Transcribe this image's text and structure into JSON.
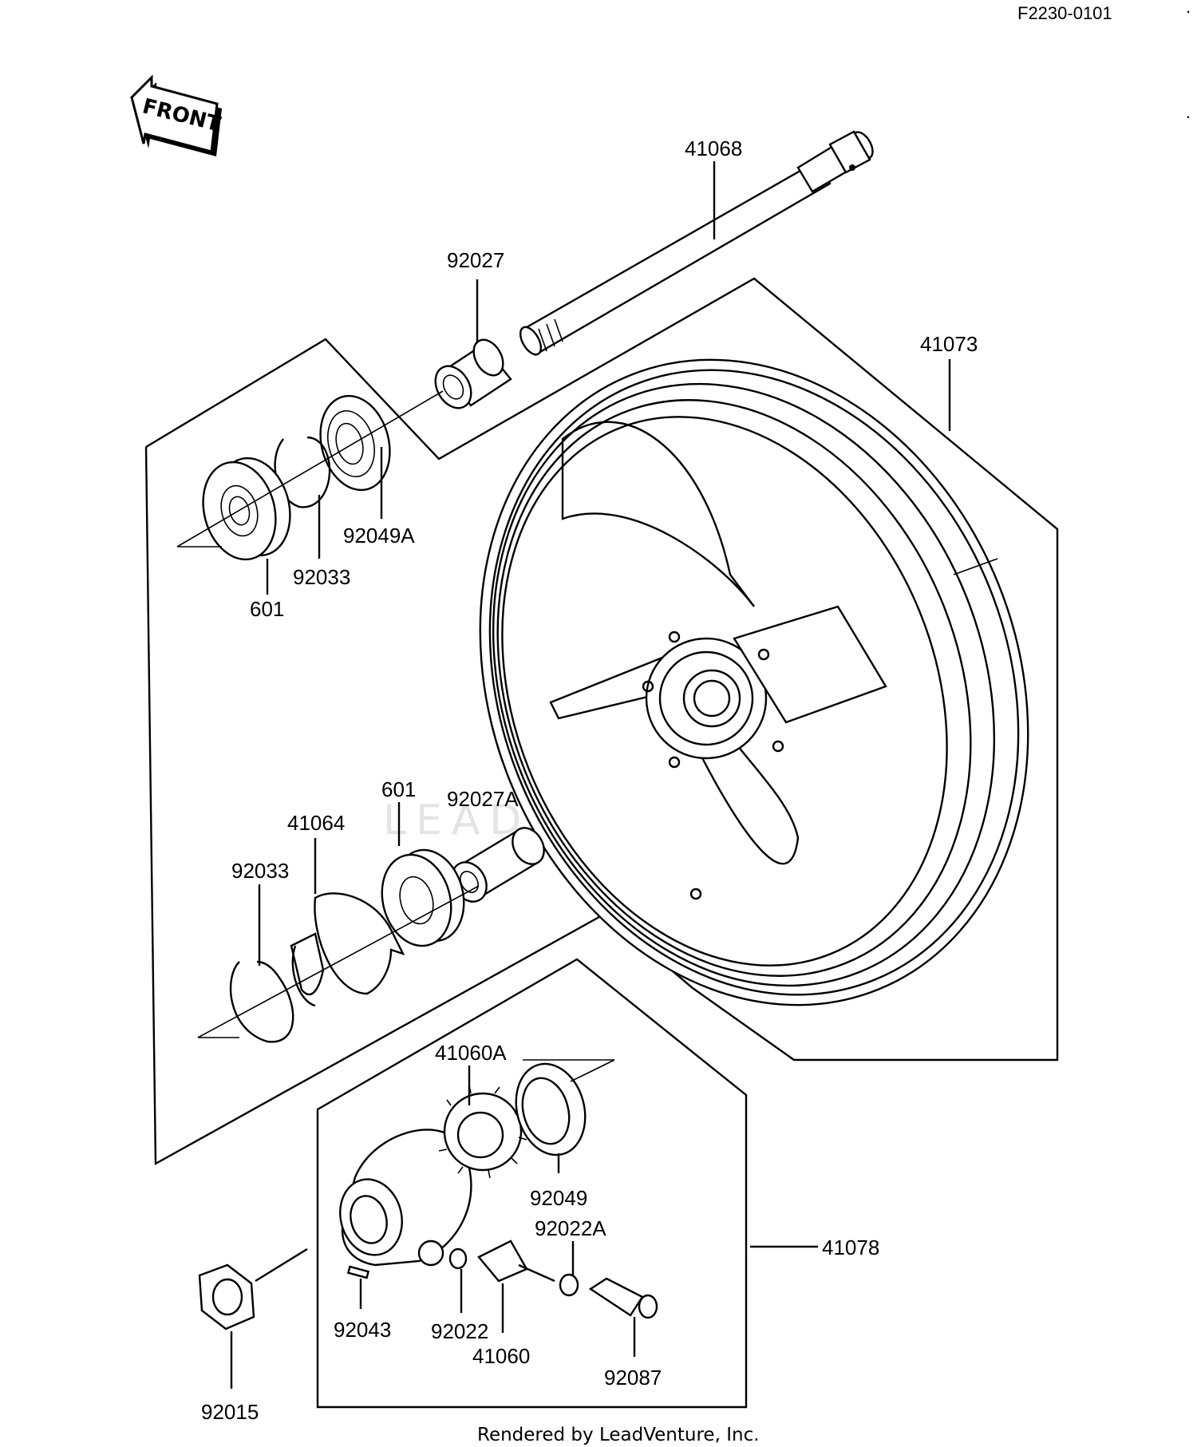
{
  "diagram_code": "F2230-0101",
  "front_arrow_text": "FRONT",
  "watermark": "LEADVENTURE",
  "footer": "Rendered by LeadVenture, Inc.",
  "parts": {
    "axle": "41068",
    "collar_left": "92027",
    "wheel": "41073",
    "oil_seal_left": "92049A",
    "circlip_left": "92033",
    "bearing_left": "601",
    "bearing_right": "601",
    "collar_right": "92027A",
    "meter_clutch": "41064",
    "circlip_right": "92033",
    "pinion_gear": "41060A",
    "oil_seal_gear": "92049",
    "washer_small": "92022A",
    "speedo_gear_housing": "41078",
    "axle_nut": "92015",
    "pin": "92043",
    "washer": "92022",
    "speedo_shaft": "41060",
    "bushing": "92087"
  }
}
